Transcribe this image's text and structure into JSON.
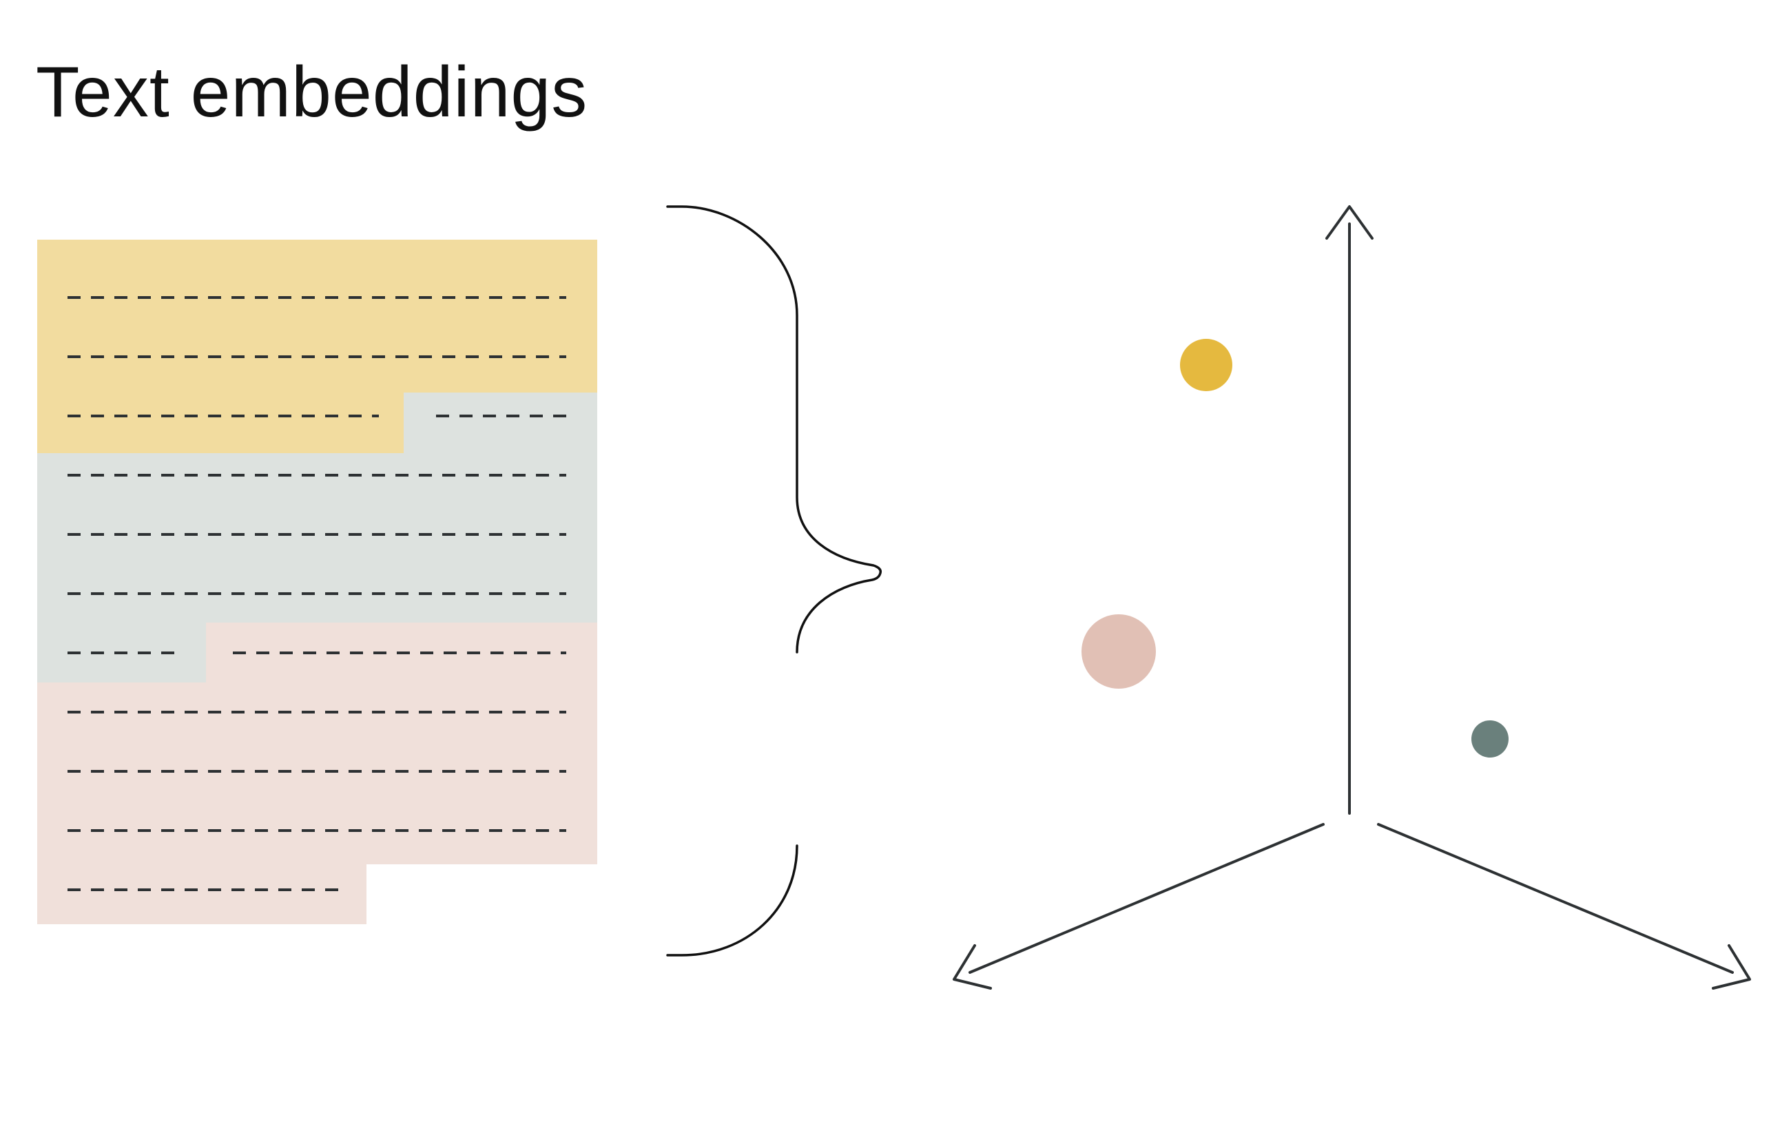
{
  "title": "Text embeddings",
  "colors": {
    "text": "#111111",
    "outline": "#2d3133",
    "chunk_yellow_bg": "#f2dc9f",
    "chunk_gray_bg": "#dde2df",
    "chunk_pink_bg": "#f0e0da",
    "point_yellow": "#e5b93f",
    "point_pink": "#e1c0b5",
    "point_gray": "#6a807c"
  },
  "chunks": [
    {
      "name": "chunk-yellow",
      "color_key": "chunk_yellow_bg",
      "embedding_point": "point-yellow"
    },
    {
      "name": "chunk-gray",
      "color_key": "chunk_gray_bg",
      "embedding_point": "point-gray"
    },
    {
      "name": "chunk-pink",
      "color_key": "chunk_pink_bg",
      "embedding_point": "point-pink"
    }
  ],
  "points": [
    {
      "name": "point-yellow",
      "color_key": "point_yellow"
    },
    {
      "name": "point-pink",
      "color_key": "point_pink"
    },
    {
      "name": "point-gray",
      "color_key": "point_gray"
    }
  ],
  "icons": {
    "brace": "curly-brace-icon",
    "axes": "3d-axes-icon"
  }
}
